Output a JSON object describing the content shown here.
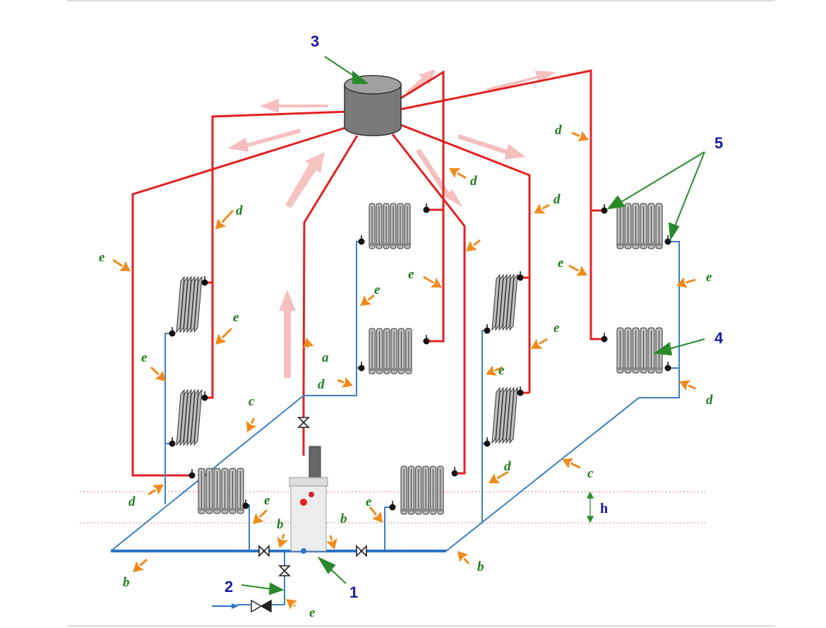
{
  "colors": {
    "supply": "#e32020",
    "return_thin": "#3c7fc4",
    "return_main": "#2b74c9",
    "tank": "#808080",
    "radiator": "#bdbdbd",
    "arrow_orange": "#f08a1c",
    "arrow_green": "#2a8a2a",
    "arrow_faded": "#f4b4b4",
    "label_letter": "#1e7d1e",
    "label_number": "#1a1aa0",
    "level_line": "#e08080"
  },
  "icons": {
    "tank": "expansion-tank-icon",
    "boiler": "boiler-icon",
    "radiator": "radiator-icon",
    "valve": "gate-valve-icon",
    "check_valve": "check-valve-icon"
  },
  "labels": {
    "letters": {
      "a": "a",
      "b": "b",
      "c": "c",
      "d": "d",
      "e": "e"
    },
    "numbers": {
      "boiler": "1",
      "make_up": "2",
      "tank": "3",
      "radiator": "4",
      "radiator_valves": "5"
    },
    "height": "h"
  }
}
